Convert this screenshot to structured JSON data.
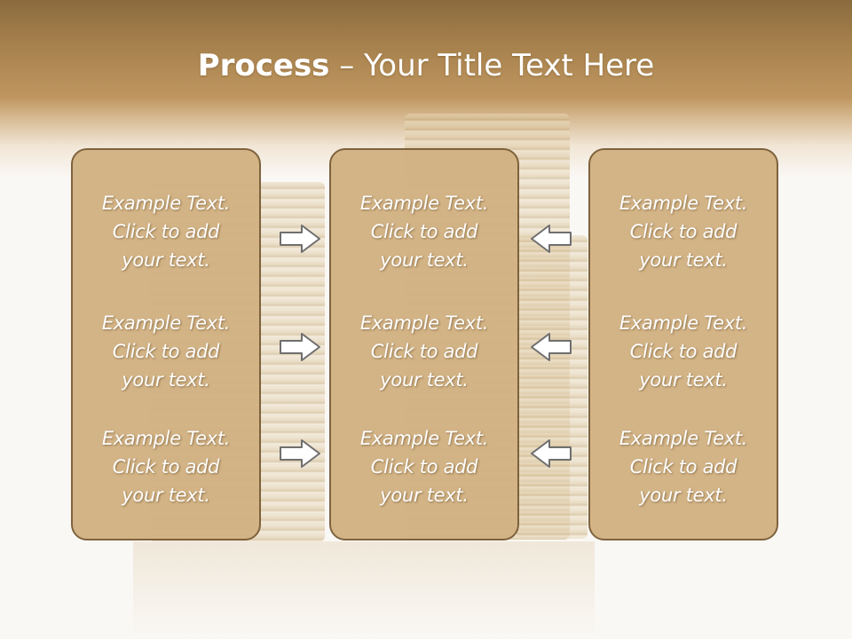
{
  "slide": {
    "title_bold": "Process",
    "title_rest": " – Your Title Text Here"
  },
  "columns": [
    {
      "blocks": [
        {
          "line1": "Example Text.",
          "line2": "Click  to add",
          "line3": "your text."
        },
        {
          "line1": "Example Text.",
          "line2": "Click  to add",
          "line3": "your text."
        },
        {
          "line1": "Example Text.",
          "line2": "Click  to add",
          "line3": "your text."
        }
      ]
    },
    {
      "blocks": [
        {
          "line1": "Example Text.",
          "line2": "Click  to add",
          "line3": "your text."
        },
        {
          "line1": "Example Text.",
          "line2": "Click  to add",
          "line3": "your text."
        },
        {
          "line1": "Example Text.",
          "line2": "Click  to add",
          "line3": "your text."
        }
      ]
    },
    {
      "blocks": [
        {
          "line1": "Example Text.",
          "line2": "Click  to add",
          "line3": "your text."
        },
        {
          "line1": "Example Text.",
          "line2": "Click  to add",
          "line3": "your text."
        },
        {
          "line1": "Example Text.",
          "line2": "Click  to add",
          "line3": "your text."
        }
      ]
    }
  ],
  "arrows": {
    "left_group": {
      "direction": "right",
      "icon": "arrow-right-icon",
      "count": 3
    },
    "right_group": {
      "direction": "left",
      "icon": "arrow-left-icon",
      "count": 3
    }
  },
  "colors": {
    "header": "#a47f4b",
    "panel_fill": "#d2b283",
    "panel_border": "#7a5d36",
    "text": "#ffffff",
    "arrow_fill": "#ffffff",
    "arrow_stroke": "#6f6f6f"
  }
}
